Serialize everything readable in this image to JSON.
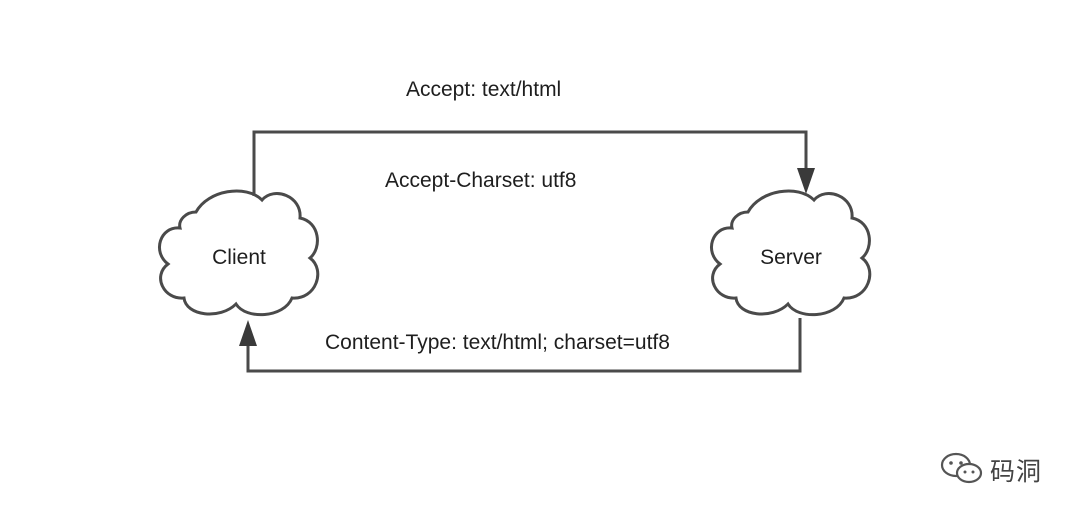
{
  "diagram": {
    "nodes": {
      "client": "Client",
      "server": "Server"
    },
    "request_headers": {
      "accept": "Accept: text/html",
      "accept_charset": "Accept-Charset: utf8"
    },
    "response_header": "Content-Type: text/html; charset=utf8",
    "colors": {
      "stroke": "#4a4a4a",
      "text": "#1e1e1e"
    }
  },
  "watermark": {
    "icon": "wechat-icon",
    "text": "码洞"
  }
}
